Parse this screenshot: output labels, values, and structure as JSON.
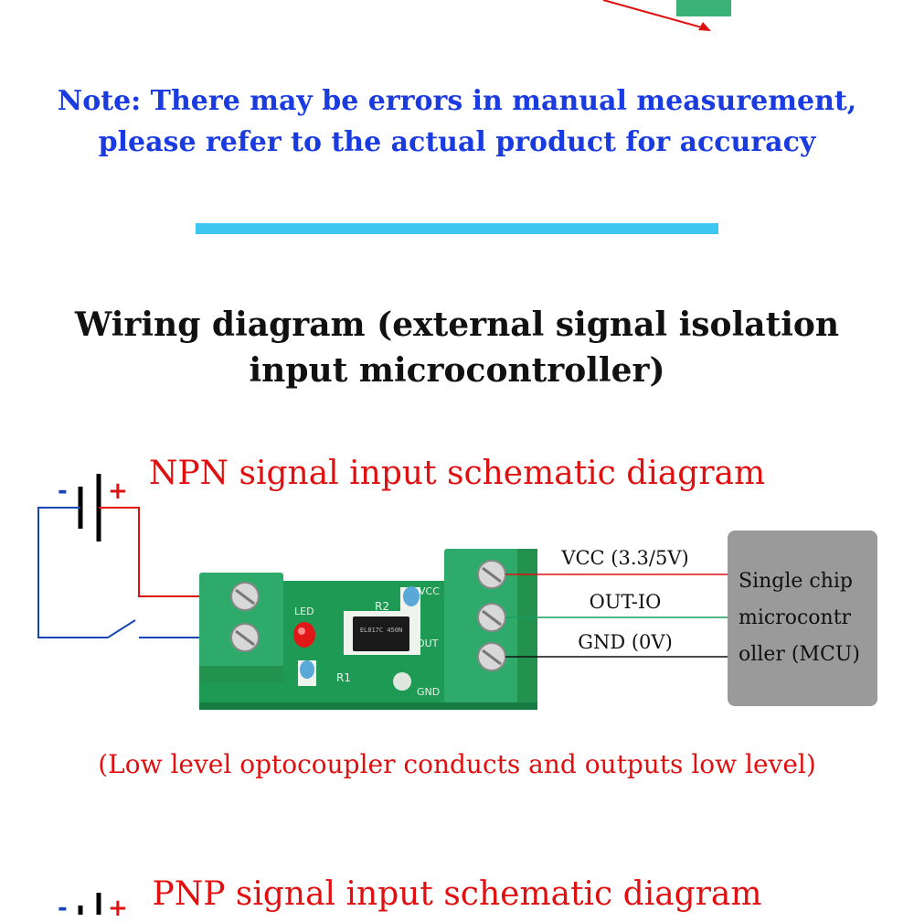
{
  "note": {
    "line1": "Note: There may be errors in manual measurement,",
    "line2": "please refer to the actual product for accuracy"
  },
  "heading": {
    "line1": "Wiring diagram (external signal isolation",
    "line2": "input microcontroller)"
  },
  "npn": {
    "title": "NPN signal input schematic diagram",
    "battery_minus": "-",
    "battery_plus": "+",
    "caption": "(Low level optocoupler conducts and outputs low level)"
  },
  "board": {
    "led_label": "LED",
    "r1_label": "R1",
    "r2_label": "R2",
    "vcc_silk": "VCC",
    "out_silk": "OUT",
    "gnd_silk": "GND",
    "chip_marking": "EL817C 450N"
  },
  "signals": {
    "vcc": "VCC (3.3/5V)",
    "out": "OUT-IO",
    "gnd": "GND (0V)"
  },
  "mcu": {
    "line1": "Single chip",
    "line2": "microcontr",
    "line3": "oller (MCU)"
  },
  "pnp": {
    "title": "PNP signal input schematic diagram",
    "battery_minus": "-",
    "battery_plus": "+"
  },
  "colors": {
    "note_blue": "#1a3be0",
    "accent_red": "#e01010",
    "divider_cyan": "#3cc6f0",
    "pcb_green": "#1f9a55",
    "terminal_green": "#2eaa6a",
    "wire_blue": "#1646b8",
    "wire_green": "#18a060",
    "mcu_gray": "#9a9a9a"
  }
}
